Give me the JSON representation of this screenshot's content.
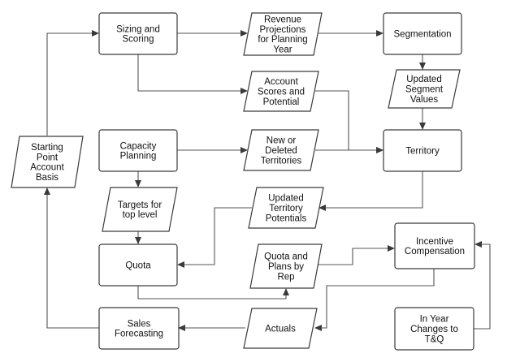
{
  "colors": {
    "stroke": "#3a3a3a",
    "connector": "#555555",
    "fill": "#ffffff",
    "text": "#111111"
  },
  "nodes": {
    "sizing_scoring": {
      "kind": "process",
      "lines": [
        "Sizing and",
        "Scoring"
      ]
    },
    "revenue_projections": {
      "kind": "data",
      "lines": [
        "Revenue",
        "Projections",
        "for Planning",
        "Year"
      ]
    },
    "segmentation": {
      "kind": "process",
      "lines": [
        "Segmentation"
      ]
    },
    "updated_segment_values": {
      "kind": "data",
      "lines": [
        "Updated",
        "Segment",
        "Values"
      ]
    },
    "account_scores": {
      "kind": "data",
      "lines": [
        "Account",
        "Scores and",
        "Potential"
      ]
    },
    "starting_point": {
      "kind": "data",
      "lines": [
        "Starting",
        "Point",
        "Account",
        "Basis"
      ]
    },
    "capacity_planning": {
      "kind": "process",
      "lines": [
        "Capacity",
        "Planning"
      ]
    },
    "new_deleted_territories": {
      "kind": "data",
      "lines": [
        "New or",
        "Deleted",
        "Territories"
      ]
    },
    "territory": {
      "kind": "process",
      "lines": [
        "Territory"
      ]
    },
    "targets_top_level": {
      "kind": "data",
      "lines": [
        "Targets for",
        "top level"
      ]
    },
    "updated_territory_potentials": {
      "kind": "data",
      "lines": [
        "Updated",
        "Territory",
        "Potentials"
      ]
    },
    "quota": {
      "kind": "process",
      "lines": [
        "Quota"
      ]
    },
    "quota_plans_by_rep": {
      "kind": "data",
      "lines": [
        "Quota and",
        "Plans by",
        "Rep"
      ]
    },
    "incentive_compensation": {
      "kind": "process",
      "lines": [
        "Incentive",
        "Compensation"
      ]
    },
    "sales_forecasting": {
      "kind": "process",
      "lines": [
        "Sales",
        "Forecasting"
      ]
    },
    "actuals": {
      "kind": "data",
      "lines": [
        "Actuals"
      ]
    },
    "in_year_changes": {
      "kind": "process",
      "lines": [
        "In Year",
        "Changes to",
        "T&Q"
      ]
    }
  }
}
